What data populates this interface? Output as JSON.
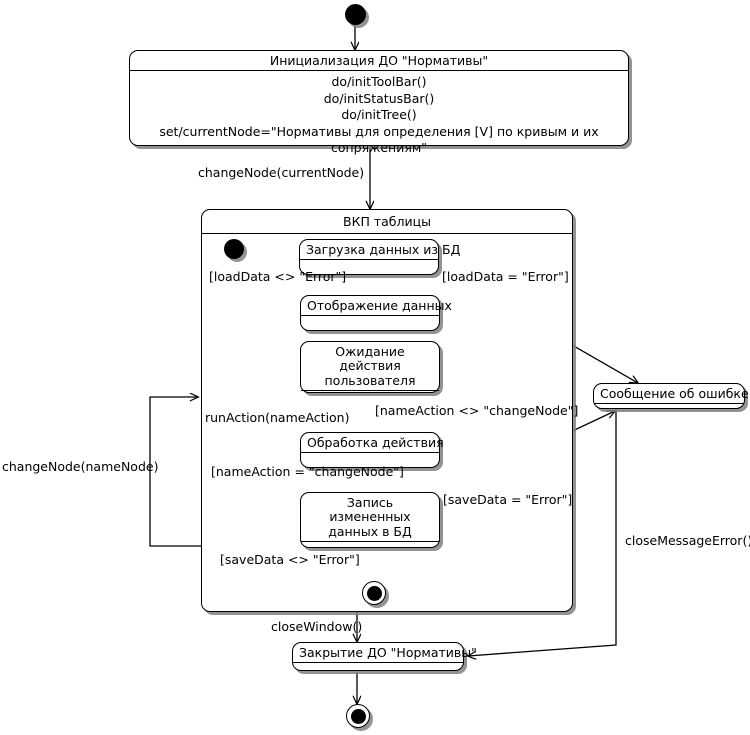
{
  "diagram": {
    "type": "uml-state-machine",
    "title": "Инициализация ДО \"Нормативы\"",
    "nodes": {
      "start": "initial-node",
      "init_state": {
        "name": "Инициализация ДО \"Нормативы\"",
        "actions": [
          "do/initToolBar()",
          "do/initStatusBar()",
          "do/initTree()",
          "set/currentNode=\"Нормативы для определения [V] по кривым и их сопряжениям\""
        ]
      },
      "composite": {
        "name": "ВКП таблицы",
        "inner_start": "initial-node",
        "states": [
          {
            "name": "Загрузка данных из БД"
          },
          {
            "name": "Отображение данных"
          },
          {
            "name": "Ожидание действия пользователя"
          },
          {
            "name": "Обработка действия"
          },
          {
            "name": "Запись измененных данных в БД"
          }
        ],
        "inner_final": "final-node"
      },
      "error_state": {
        "name": "Сообщение об ошибке"
      },
      "close_state": {
        "name": "Закрытие ДО \"Нормативы\""
      },
      "final": "final-node"
    },
    "transitions": [
      {
        "label": "changeNode(currentNode)"
      },
      {
        "label": "[loadData <> \"Error\"]"
      },
      {
        "label": "[loadData = \"Error\"]"
      },
      {
        "label": "runAction(nameAction)"
      },
      {
        "label": "[nameAction <> \"changeNode\"]"
      },
      {
        "label": "[nameAction = \"changeNode\"]"
      },
      {
        "label": "[saveData = \"Error\"]"
      },
      {
        "label": "[saveData <> \"Error\"]"
      },
      {
        "label": "changeNode(nameNode)"
      },
      {
        "label": "closeWindow()"
      },
      {
        "label": "closeMessageError()"
      }
    ]
  },
  "colors": {
    "line": "#000000",
    "fill": "#ffffff",
    "shadow": "#808080"
  }
}
